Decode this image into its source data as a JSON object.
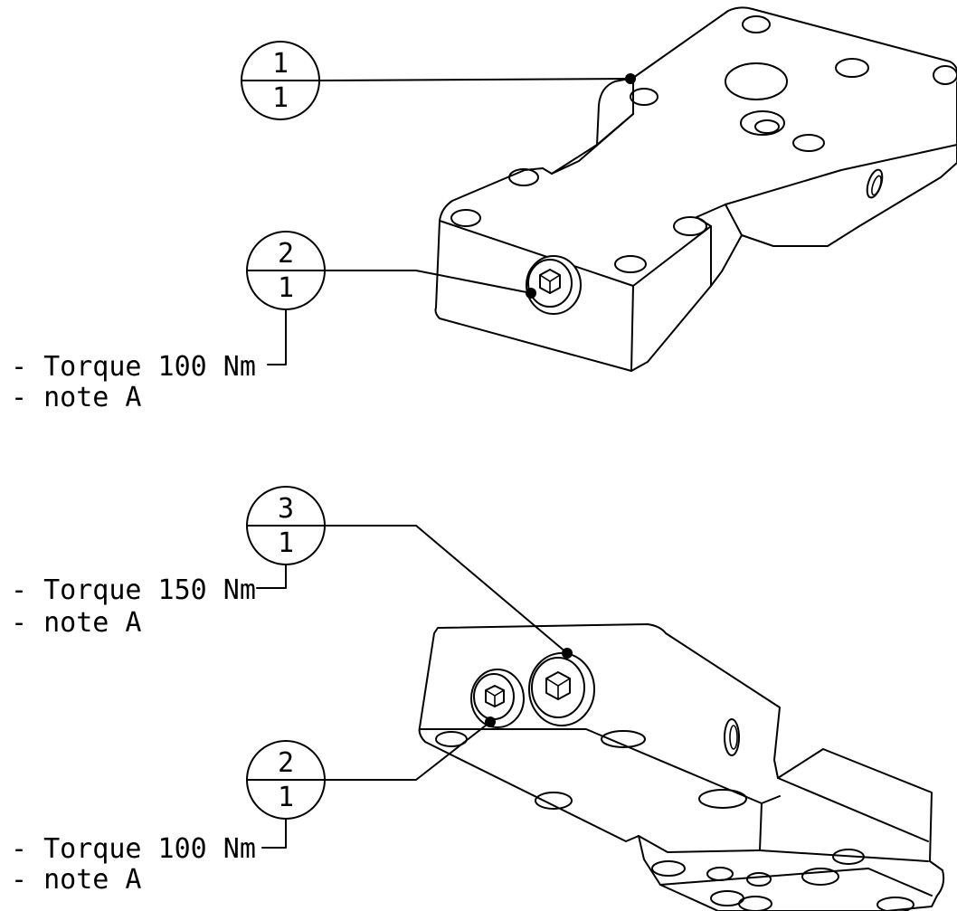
{
  "colors": {
    "ink": "#000000",
    "paper": "#ffffff"
  },
  "balloons": [
    {
      "id": "b1",
      "top": "1",
      "bottom": "1"
    },
    {
      "id": "b2",
      "top": "2",
      "bottom": "1"
    },
    {
      "id": "b3",
      "top": "3",
      "bottom": "1"
    },
    {
      "id": "b4",
      "top": "2",
      "bottom": "1"
    }
  ],
  "notes": [
    {
      "id": "n1",
      "line1": "- Torque 100 Nm",
      "line2": "- note A"
    },
    {
      "id": "n2",
      "line1": "- Torque 150 Nm",
      "line2": "- note A"
    },
    {
      "id": "n3",
      "line1": "- Torque 100 Nm",
      "line2": "- note A"
    }
  ]
}
